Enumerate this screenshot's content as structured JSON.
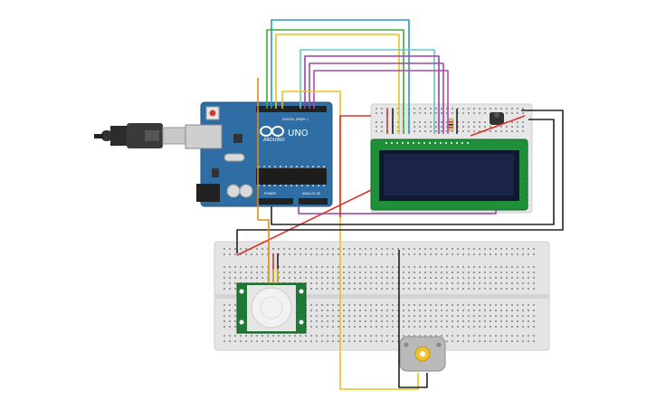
{
  "arduino": {
    "brand": "ARDUINO",
    "model": "UNO",
    "digital_label": "DIGITAL (PWM~)",
    "power_label": "POWER",
    "analog_label": "ANALOG IN"
  },
  "colors": {
    "board": "#2f6ea5",
    "breadboard": "#e3e3e3",
    "lcd_frame": "#1f8f3a",
    "lcd_screen": "#1a2447",
    "pir_pcb": "#1f7a33",
    "motor_body": "#b7b7b7",
    "wire_red": "#d9342b",
    "wire_black": "#222222",
    "wire_yellow": "#e8c21a",
    "wire_orange": "#e58a1a",
    "wire_blue": "#2a9ac9",
    "wire_green": "#3cae3c",
    "wire_purple": "#9b3fa8",
    "wire_teal": "#66c6c1",
    "wire_magenta": "#a04a9a"
  },
  "icons": {
    "usb": "usb-cable-icon",
    "logo": "arduino-infinity-logo-icon",
    "motor": "dc-motor-icon",
    "pir": "pir-sensor-dome-icon"
  }
}
